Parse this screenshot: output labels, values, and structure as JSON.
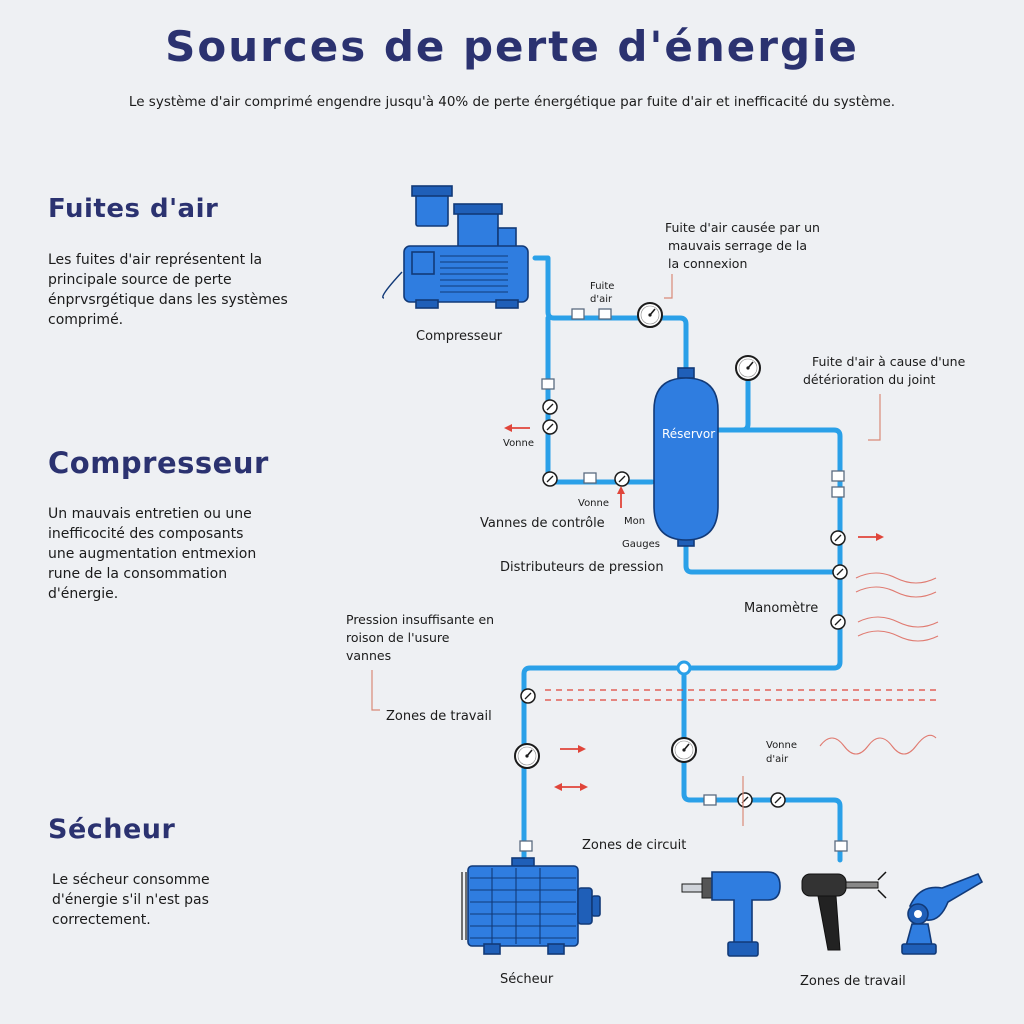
{
  "header": {
    "title": "Sources de perte d'énergie",
    "subtitle": "Le système d'air comprimé engendre jusqu'à 40% de perte énergétique par fuite d'air et inefficacité du système."
  },
  "sections": [
    {
      "heading": "Fuites d'air",
      "text": "Les fuites d'air représentent la\nprincipale source de perte\nénprvsrgétique dans les systèmes\ncomprimé."
    },
    {
      "heading": "Compresseur",
      "text": "Un mauvais entretien ou une\ninefficocité des composants\nune augmentation entmexion\nrune de la consommation\nd'énergie."
    },
    {
      "heading": "Sécheur",
      "text": "Le sécheur consomme\nd'énergie  s'il n'est pas\ncorrectement."
    }
  ],
  "diagram": {
    "labels": {
      "compresseur": "Compresseur",
      "fuite_small_1": "Fuite",
      "fuite_small_2": "d'air",
      "callout1_l1": "Fuite d'air causée par un",
      "callout1_l2": "mauvais serrage de la",
      "callout1_l3": "la connexion",
      "callout2_l1": "Fuite d'air à cause d'une",
      "callout2_l2": "détérioration du joint",
      "reservoir": "Réservor",
      "vonne_left": "Vonne",
      "vonne_bottom": "Vonne",
      "vannes_controle": "Vannes de contrôle",
      "mon": "Mon",
      "gauges": "Gauges",
      "distributeurs": "Distributeurs de pression",
      "manometre": "Manomètre",
      "callout3_l1": "Pression insuffisante en",
      "callout3_l2": "roison de l'usure",
      "callout3_l3": "vannes",
      "zones_travail_mid": "Zones de travail",
      "vonne_dair_1": "Vonne",
      "vonne_dair_2": "d'air",
      "zones_circuit": "Zones de circuit",
      "secheur": "Sécheur",
      "zones_travail_bottom": "Zones de travail"
    },
    "icons": [
      "compressor-icon",
      "reservoir-icon",
      "pressure-gauge-icon",
      "valve-icon",
      "dryer-icon",
      "drill-icon",
      "pneumatic-wrench-icon",
      "air-gun-icon"
    ],
    "colors": {
      "pipe": "#2aa0e8",
      "device": "#2f7de0",
      "outline": "#123a78",
      "leak": "#e0453a",
      "title": "#2b3270"
    }
  }
}
